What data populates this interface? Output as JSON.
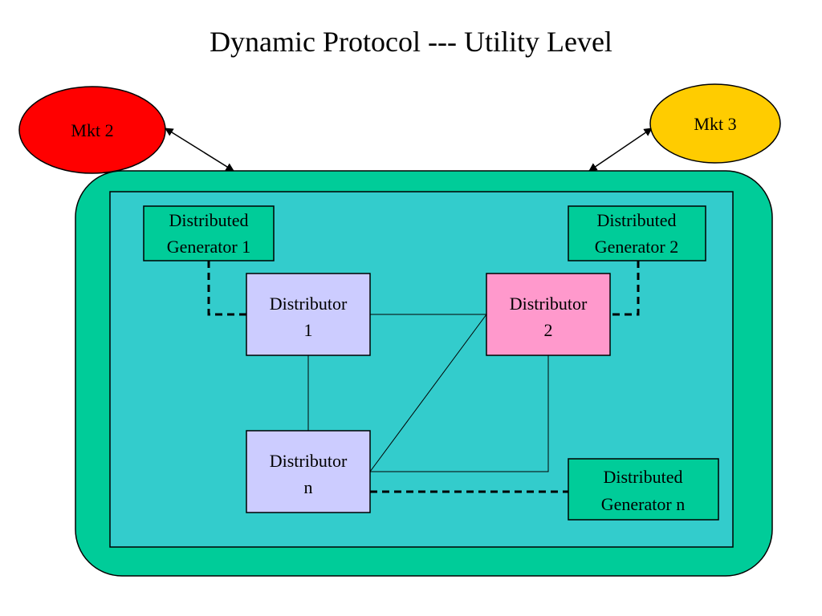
{
  "title": "Dynamic Protocol --- Utility Level",
  "colors": {
    "outer_region": "#00cc99",
    "inner_region": "#33cccc",
    "generator_box": "#00cc99",
    "distributor_1": "#ccccff",
    "distributor_2": "#ff99cc",
    "distributor_n": "#ccccff",
    "market_2": "#ff0000",
    "market_3": "#ffcc00"
  },
  "markets": [
    {
      "id": "mkt2",
      "label": "Mkt 2"
    },
    {
      "id": "mkt3",
      "label": "Mkt 3"
    }
  ],
  "generators": [
    {
      "id": "gen1",
      "lines": [
        "Distributed",
        "Generator 1"
      ]
    },
    {
      "id": "gen2",
      "lines": [
        "Distributed",
        "Generator 2"
      ]
    },
    {
      "id": "genn",
      "lines": [
        "Distributed",
        "Generator n"
      ]
    }
  ],
  "distributors": [
    {
      "id": "dist1",
      "lines": [
        "Distributor",
        "1"
      ]
    },
    {
      "id": "dist2",
      "lines": [
        "Distributor",
        "2"
      ]
    },
    {
      "id": "distn",
      "lines": [
        "Distributor",
        "n"
      ]
    }
  ]
}
